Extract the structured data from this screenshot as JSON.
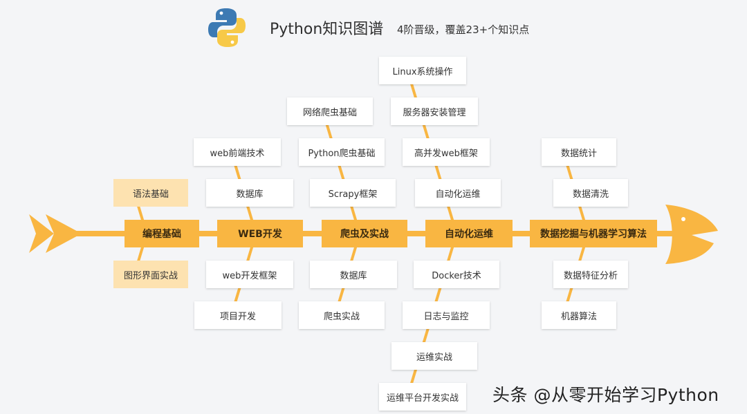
{
  "header": {
    "logo_icon": "python-logo-icon",
    "title": "Python知识图谱",
    "subtitle": "4阶晋级，覆盖23+个知识点"
  },
  "colors": {
    "spine": "#f9b642",
    "main_box": "#f9b642",
    "light_box": "#fde2b0",
    "background": "#f4f5f7"
  },
  "stages": [
    {
      "name": "编程基础",
      "above": [
        "语法基础"
      ],
      "below": [
        "图形界面实战"
      ]
    },
    {
      "name": "WEB开发",
      "above": [
        "web前端技术",
        "数据库"
      ],
      "below": [
        "web开发框架",
        "项目开发"
      ]
    },
    {
      "name": "爬虫及实战",
      "above": [
        "网络爬虫基础",
        "Python爬虫基础",
        "Scrapy框架"
      ],
      "below": [
        "数据库",
        "爬虫实战"
      ]
    },
    {
      "name": "自动化运维",
      "above": [
        "Linux系统操作",
        "服务器安装管理",
        "高并发web框架",
        "自动化运维"
      ],
      "below": [
        "Docker技术",
        "日志与监控",
        "运维实战",
        "运维平台开发实战"
      ]
    },
    {
      "name": "数据挖掘与机器学习算法",
      "above": [
        "数据统计",
        "数据清洗"
      ],
      "below": [
        "数据特征分析",
        "机器算法"
      ]
    }
  ],
  "watermark": "头条 @从零开始学习Python"
}
